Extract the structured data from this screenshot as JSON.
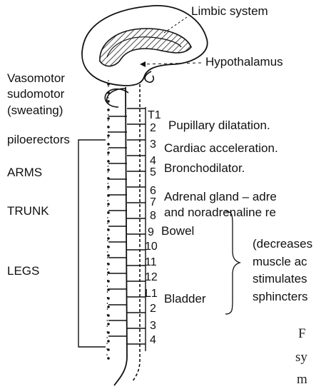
{
  "diagram": {
    "brain_labels": {
      "limbic": "Limbic system",
      "hypothalamus": "Hypothalamus"
    },
    "left_labels": {
      "vasomotor": "Vasomotor",
      "sudomotor": "sudomotor",
      "sweating": "(sweating)",
      "piloerectors": "piloerectors",
      "arms": "ARMS",
      "trunk": "TRUNK",
      "legs": "LEGS"
    },
    "segments": [
      "T1",
      "2",
      "3",
      "4",
      "5",
      "6",
      "7",
      "8",
      "9",
      "10",
      "11",
      "12",
      "L1",
      "2",
      "3",
      "4"
    ],
    "effects": {
      "pupil": "Pupillary dilatation.",
      "cardiac": "Cardiac acceleration.",
      "broncho": "Bronchodilator.",
      "adrenal1": "Adrenal gland – adre",
      "adrenal2": "and noradrenaline re",
      "bowel": "Bowel",
      "bladder": "Bladder",
      "note1": "(decreases",
      "note2": "muscle ac",
      "note3": "stimulates",
      "note4": "sphincters"
    },
    "caption_fragments": [
      "F",
      "sy",
      "m"
    ]
  }
}
